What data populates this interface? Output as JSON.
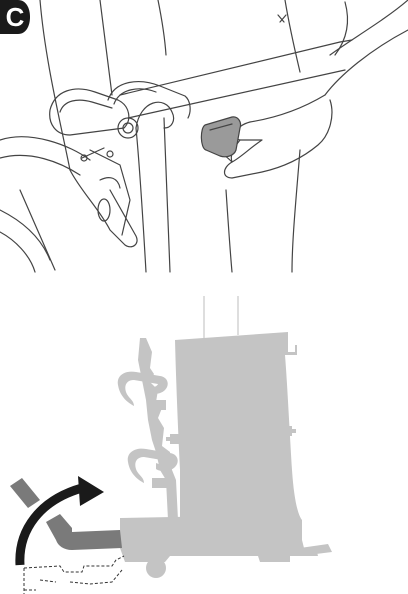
{
  "step": {
    "label": "C"
  },
  "colors": {
    "line": "#444444",
    "silhouette": "#c4c4c4",
    "silhouette_dark": "#8a8a8a",
    "pedal": "#7a7a7a",
    "arrow": "#1a1a1a",
    "badge": "#1a1a1a",
    "background": "#ffffff"
  },
  "illustrations": [
    {
      "name": "hand-pulling-lever",
      "description_icon": "hand-lever-icon"
    },
    {
      "name": "chair-folding-silhouette",
      "description_icon": "rotate-arrow-icon"
    }
  ]
}
